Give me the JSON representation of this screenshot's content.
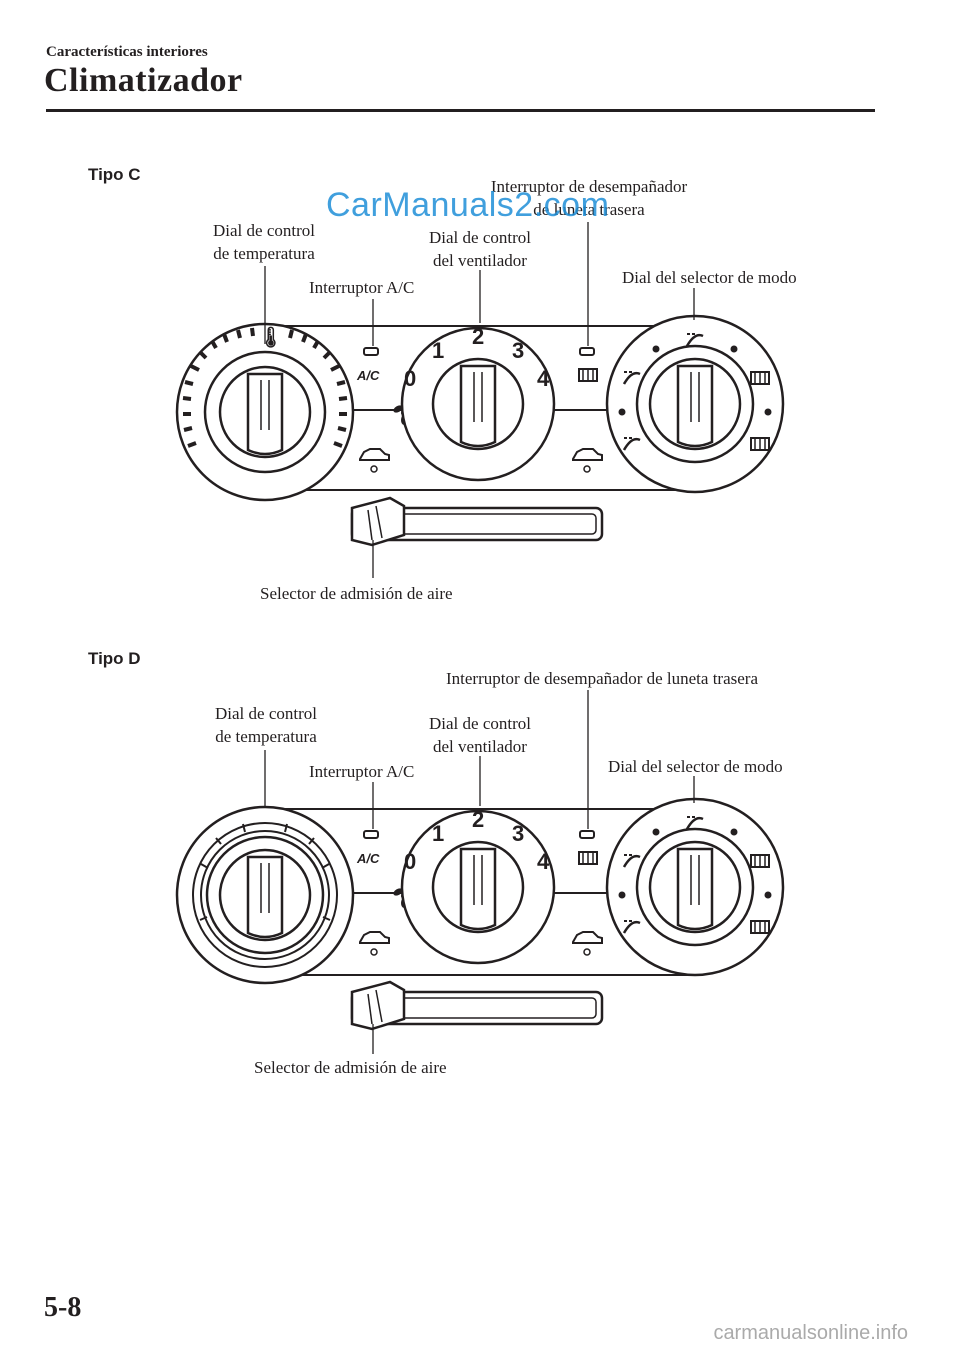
{
  "header": {
    "section": "Características interiores",
    "title": "Climatizador"
  },
  "watermark": "CarManuals2.com",
  "figures": [
    {
      "type_label": "Tipo C",
      "callouts": {
        "temperature_dial": [
          "Dial de control",
          "de temperatura"
        ],
        "ac_switch": "Interruptor A/C",
        "fan_dial": [
          "Dial de control",
          "del ventilador"
        ],
        "rear_defroster": [
          "Interruptor de desempañador",
          "de luneta trasera"
        ],
        "mode_dial": "Dial del selector de modo",
        "air_intake": "Selector de admisión de aire"
      },
      "panel": {
        "ac_label": "A/C",
        "fan_numbers": [
          "0",
          "1",
          "2",
          "3",
          "4"
        ]
      }
    },
    {
      "type_label": "Tipo D",
      "callouts": {
        "temperature_dial": [
          "Dial de control",
          "de temperatura"
        ],
        "ac_switch": "Interruptor A/C",
        "fan_dial": [
          "Dial de control",
          "del ventilador"
        ],
        "rear_defroster": [
          "Interruptor de desempañador de luneta trasera"
        ],
        "mode_dial": "Dial del selector de modo",
        "air_intake": "Selector de admisión de aire"
      },
      "panel": {
        "ac_label": "A/C",
        "fan_numbers": [
          "0",
          "1",
          "2",
          "3",
          "4"
        ]
      }
    }
  ],
  "footer": {
    "page_number": "5-8",
    "site": "carmanualsonline.info"
  }
}
